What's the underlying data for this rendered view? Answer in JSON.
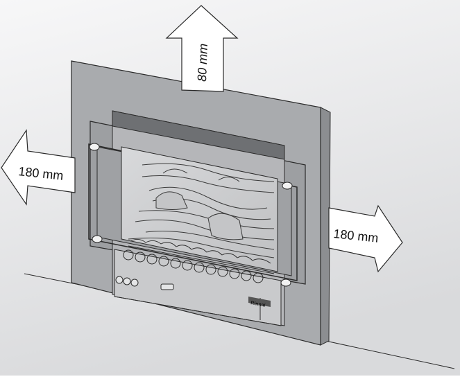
{
  "diagram": {
    "clearance_top": "80 mm",
    "clearance_left": "180 mm",
    "clearance_right": "180 mm",
    "brand_logo_text": "Rinnai"
  },
  "colors": {
    "background_wall": "#e8e9eb",
    "surround_panel": "#a9abae",
    "panel_edge": "#8c8e91",
    "fire_interior": "#cfd0d2",
    "outline": "#2a2a2a",
    "arrow_fill": "#ffffff"
  }
}
